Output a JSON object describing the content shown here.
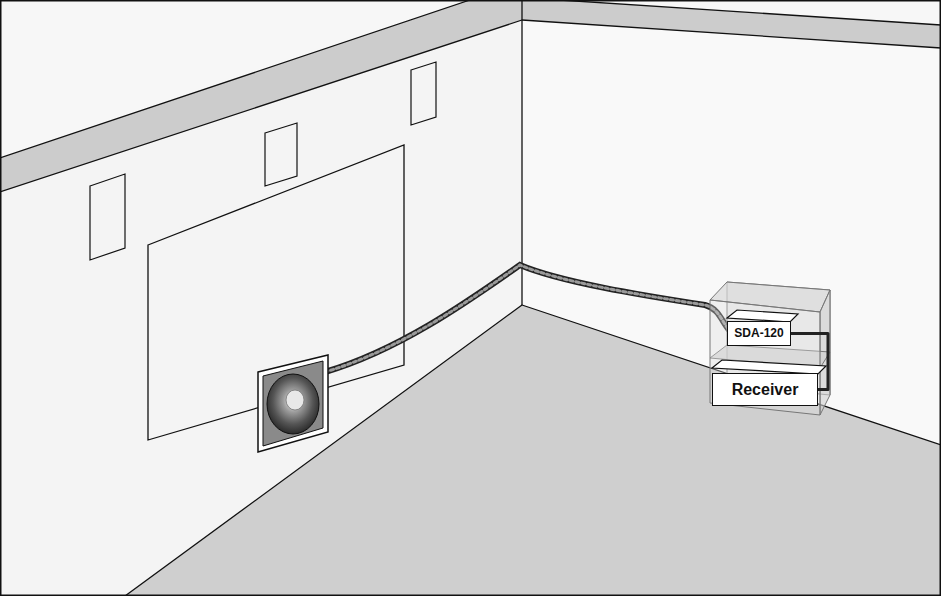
{
  "diagram": {
    "nodes": [
      {
        "text": [
          "SDA-120"
        ]
      },
      {
        "text": [
          "Receiver"
        ]
      }
    ],
    "edges": [
      {
        "from": 0,
        "to": 1,
        "arrow": "none"
      }
    ]
  }
}
